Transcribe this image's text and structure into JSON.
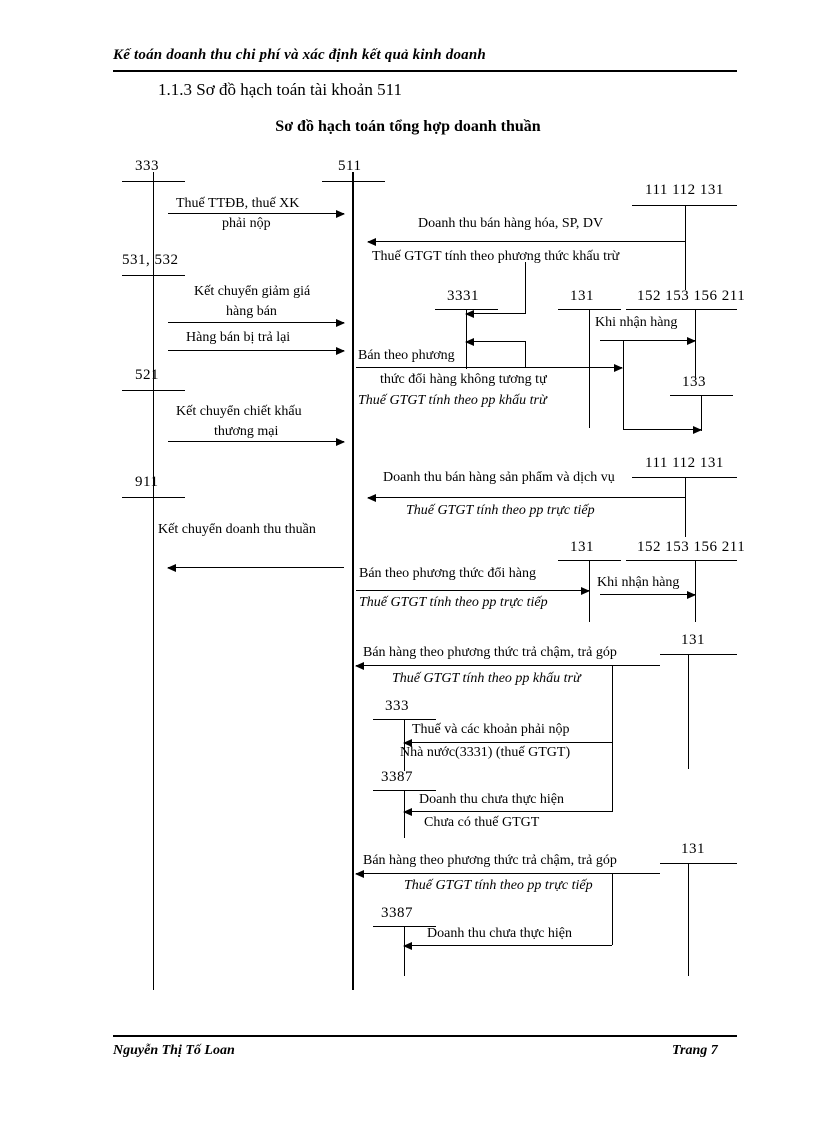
{
  "header": {
    "running_head": "Kế toán doanh thu chi phí và xác định kết quả kinh doanh",
    "section_number_title": "1.1.3 Sơ đồ hạch toán tài khoản 511",
    "diagram_title": "Sơ đồ hạch toán tổng hợp doanh thuần"
  },
  "footer": {
    "author": "Nguyễn Thị Tố Loan",
    "page": "Trang 7"
  },
  "accounts": {
    "a333_left": "333",
    "a531_532": "531, 532",
    "a521": "521",
    "a911": "911",
    "a511": "511",
    "a111_112_131_top": "111  112  131",
    "a3331": "3331",
    "a131_mid": "131",
    "a152_153_156_211_mid": "152  153  156  211",
    "a133": "133",
    "a111_112_131_second": "111  112  131",
    "a131_second": "131",
    "a152_153_156_211_second": "152  153  156  211",
    "a131_tra_gop_1": "131",
    "a333_lower": "333",
    "a3387_upper": "3387",
    "a131_tra_gop_2": "131",
    "a3387_lower": "3387"
  },
  "labels": {
    "l1a": "Thuế TTĐB, thuế XK",
    "l1b": "phải nộp",
    "l2a": "Kết chuyển  giảm  giá",
    "l2b": "hàng  bán",
    "l3": "Hàng  bán bị trả lại",
    "l4a": "Kết chuyển  chiết  khấu",
    "l4b": "thương  mại",
    "l5": "Kết chuyển  doanh thu thuần",
    "r1": "Doanh thu bán hàng hóa, SP, DV",
    "r2": "Thuế  GTGT  tính  theo  phương  thức  khấu  trừ",
    "r3a": "Bán  theo  phương",
    "r3b": "thức  đổi hàng   không  tương  tự",
    "r3c": "Thuế GTGT tính theo pp khấu trừ",
    "r4": "Khi nhận  hàng",
    "r5": "Doanh  thu  bán hàng  sản phẩm và dịch vụ",
    "r6": "Thuế GTGT tính theo pp trực tiếp",
    "r7": "Bán theo  phương thức đổi hàng",
    "r8": "Thuế GTGT tính theo pp trực tiếp",
    "r9": "Khi nhận  hàng",
    "r10": "Bán hàng  theo  phương  thức trả chậm,  trả góp",
    "r11": "Thuế GTGT tính theo pp khấu trừ",
    "r12a": "Thuế và các khoản phải nộp",
    "r12b": "Nhà nước(3331) (thuế GTGT)",
    "r13a": "Doanh thu chưa thực hiện",
    "r13b": "Chưa có thuế GTGT",
    "r14": "Bán hàng  theo  phương  thức trả chậm,  trả góp",
    "r15": "Thuế GTGT tính theo pp trực tiếp",
    "r16": "Doanh thu chưa thực hiện"
  }
}
